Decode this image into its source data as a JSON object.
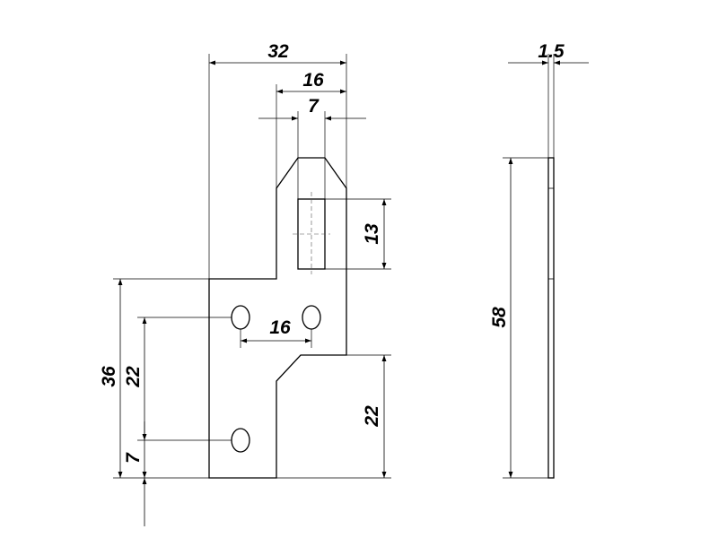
{
  "drawing": {
    "front_view": {
      "dimensions": {
        "overall_width": "32",
        "tab_width": "16",
        "slot_width": "7",
        "slot_height": "13",
        "hole_spacing": "16",
        "left_height": "36",
        "upper_hole_height": "22",
        "lower_hole_height": "7",
        "lower_step_height": "22"
      }
    },
    "side_view": {
      "dimensions": {
        "thickness": "1.5",
        "overall_height": "58"
      }
    }
  }
}
